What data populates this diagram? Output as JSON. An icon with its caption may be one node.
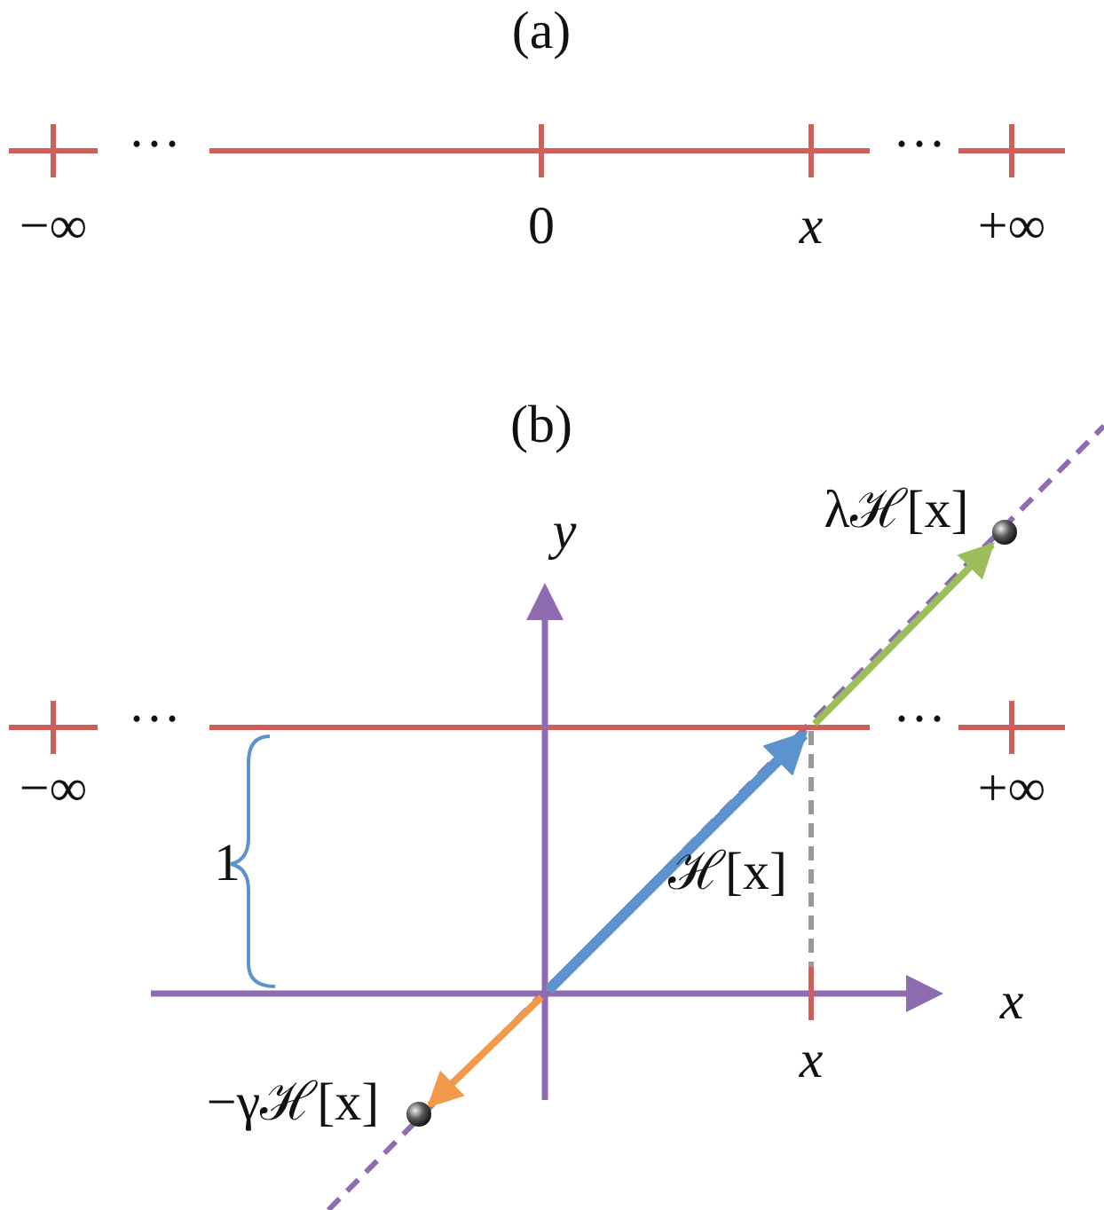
{
  "diagram": {
    "labels": [
      "(a)",
      "···",
      "···",
      "−∞",
      "0",
      "x",
      "+∞",
      "(b)",
      "y",
      "λℋ[x]",
      "···",
      "···",
      "−∞",
      "+∞",
      "1",
      "ℋ[x]",
      "x",
      "x",
      "−γℋ[x]"
    ]
  }
}
